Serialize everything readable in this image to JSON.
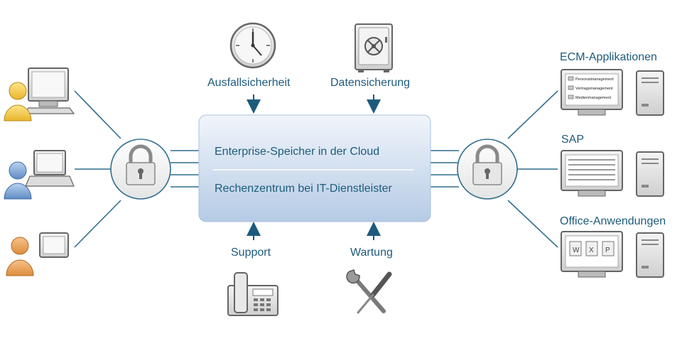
{
  "center": {
    "line1": "Enterprise-Speicher in der Cloud",
    "line2": "Rechenzentrum bei IT-Dienstleister"
  },
  "top_labels": {
    "left": "Ausfallsicherheit",
    "right": "Datensicherung"
  },
  "bottom_labels": {
    "left": "Support",
    "right": "Wartung"
  },
  "right_groups": {
    "ecm": {
      "title": "ECM-Applikationen",
      "items": [
        "Personalmanagement",
        "Vertragsmanagement",
        "Medienmanagement"
      ]
    },
    "sap": {
      "title": "SAP"
    },
    "office": {
      "title": "Office-Anwendungen",
      "doc_letters": [
        "W",
        "X",
        "P"
      ]
    }
  },
  "clients": [
    "user-desktop",
    "user-laptop",
    "user-tablet"
  ],
  "colors": {
    "accent": "#1d5b7c",
    "line": "#2f6f8f",
    "box_top": "#eef3fa",
    "box_bottom": "#b7cce6"
  }
}
